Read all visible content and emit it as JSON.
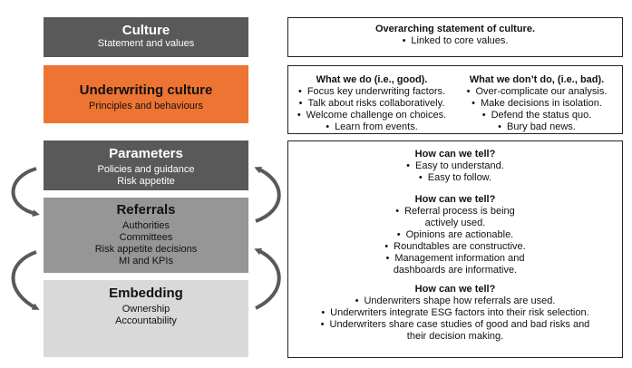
{
  "left": {
    "culture": {
      "title": "Culture",
      "subtitle": "Statement and values"
    },
    "underwriting": {
      "title": "Underwriting culture",
      "subtitle": "Principles and behaviours"
    },
    "parameters": {
      "title": "Parameters",
      "lines": [
        "Policies and guidance",
        "Risk appetite"
      ]
    },
    "referrals": {
      "title": "Referrals",
      "lines": [
        "Authorities",
        "Committees",
        "Risk appetite decisions",
        "MI and KPIs"
      ]
    },
    "embedding": {
      "title": "Embedding",
      "lines": [
        "Ownership",
        "Accountability"
      ]
    }
  },
  "right": {
    "culture": {
      "heading": "Overarching statement of culture.",
      "items": [
        "Linked to core values."
      ]
    },
    "good": {
      "heading": "What we do (i.e., good).",
      "items": [
        "Focus key underwriting factors.",
        "Talk about risks collaboratively.",
        "Welcome challenge on choices.",
        "Learn from events."
      ]
    },
    "bad": {
      "heading": "What we don’t do, (i.e., bad).",
      "items": [
        "Over-complicate our analysis.",
        "Make decisions in isolation.",
        "Defend the status quo.",
        "Bury bad news."
      ]
    },
    "parameters": {
      "heading": "How can we tell?",
      "items": [
        "Easy to understand.",
        "Easy to follow."
      ]
    },
    "referrals": {
      "heading": "How can we tell?",
      "items": [
        "Referral process is being actively used.",
        "Opinions are actionable.",
        "Roundtables are constructive.",
        "Management information and dashboards are informative."
      ]
    },
    "embedding": {
      "heading": "How can we tell?",
      "items": [
        "Underwriters shape how referrals are used.",
        "Underwriters integrate ESG factors into their risk selection.",
        "Underwriters share case studies of good and bad risks and their decision making."
      ]
    }
  },
  "bullet": "•"
}
